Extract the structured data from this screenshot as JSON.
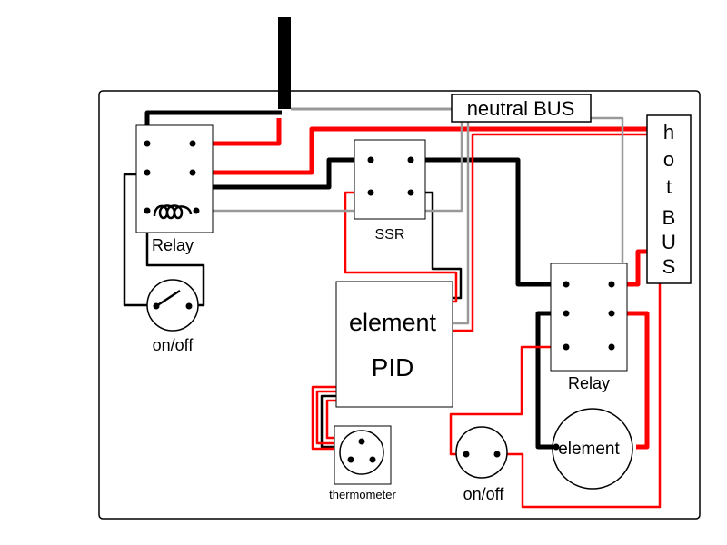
{
  "labels": {
    "neutral_bus": "neutral BUS",
    "hot_bus": [
      "h",
      "o",
      "t",
      "B",
      "U",
      "S"
    ],
    "relay_left": "Relay",
    "ssr": "SSR",
    "switch_left": "on/off",
    "pid_line1": "element",
    "pid_line2": "PID",
    "thermometer": "thermometer",
    "relay_right": "Relay",
    "element": "element",
    "switch_right": "on/off"
  },
  "colors": {
    "hot": "#ff0000",
    "line": "#000000",
    "neutral": "#999999",
    "panel": "#000000",
    "background": "#ffffff"
  },
  "icons": {
    "relay_coil": "coil-icon",
    "switch": "switch-icon",
    "thermometer_probe": "probe-connector-icon"
  }
}
